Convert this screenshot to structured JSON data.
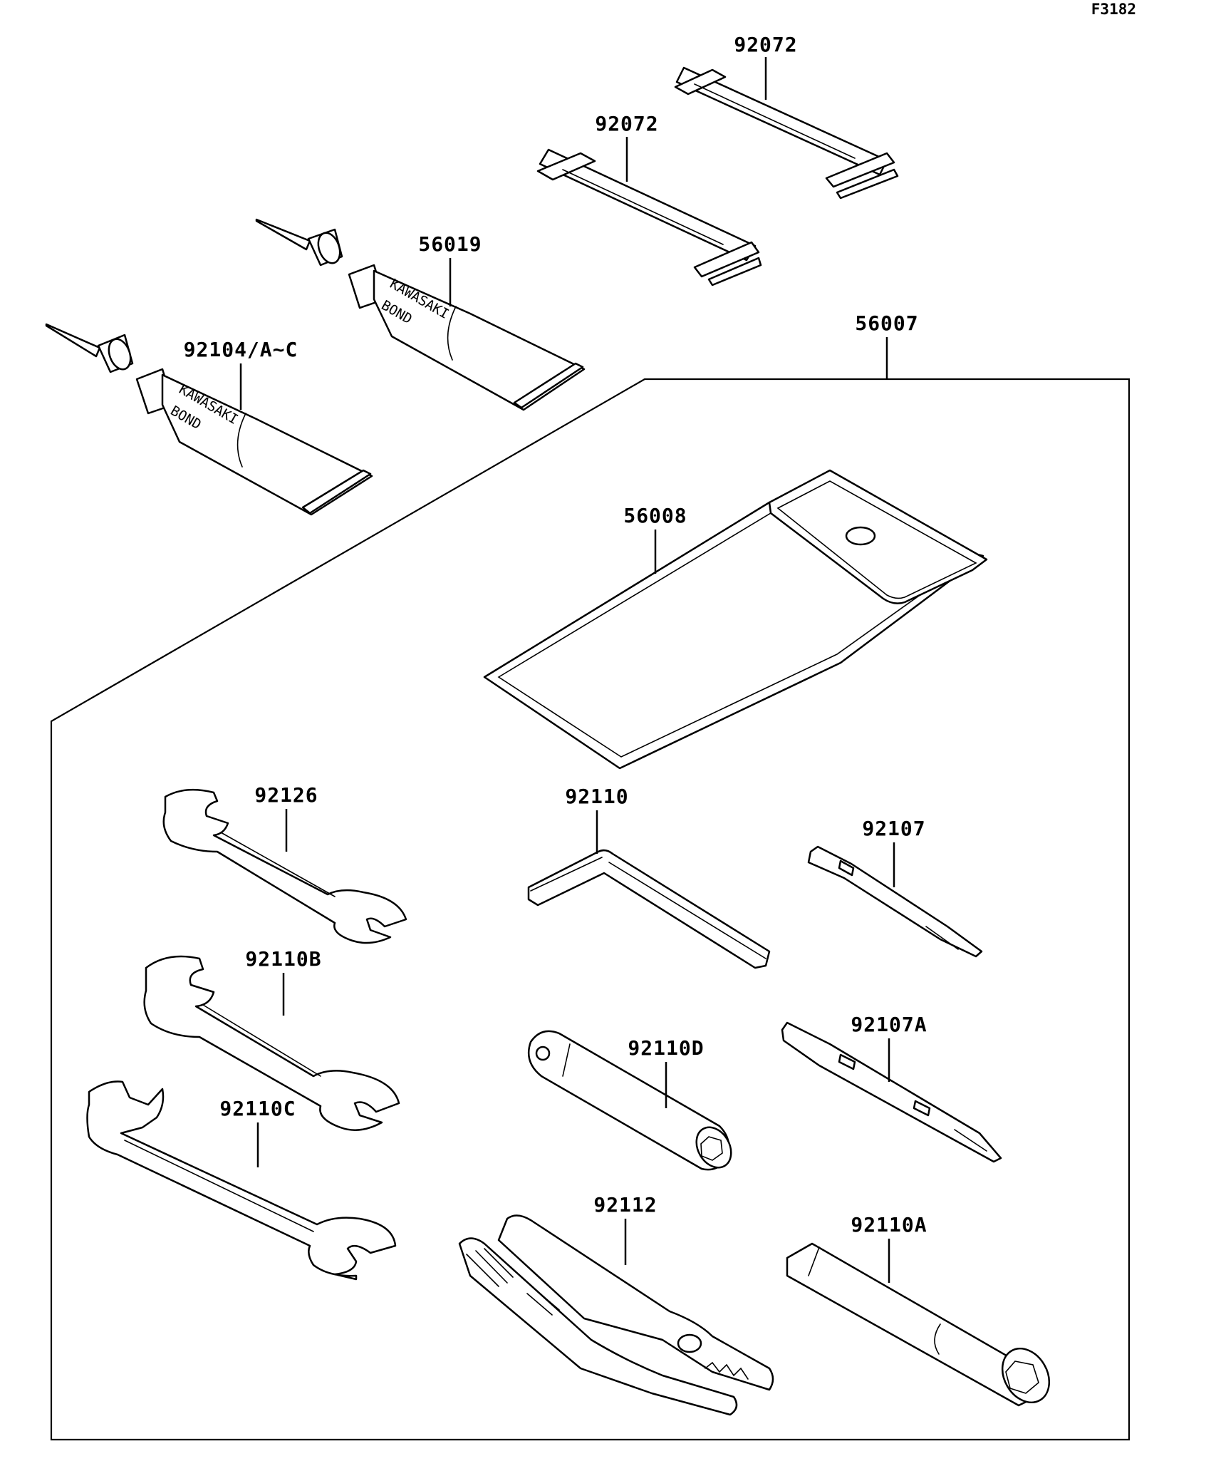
{
  "diagram": {
    "code": "F3182",
    "part_labels": {
      "strap_top": "92072",
      "strap_bottom": "92072",
      "bond_top": "56019",
      "bond_bottom": "92104/A~C",
      "tool_kit": "56007",
      "tool_bag": "56008",
      "wrench_1": "92126",
      "wrench_2": "92110B",
      "wrench_3": "92110C",
      "hex_key": "92110",
      "screwdriver_bit": "92107",
      "screwdriver_bit_a": "92107A",
      "socket_tube": "92110D",
      "spark_plug_wrench": "92110A",
      "pliers": "92112"
    },
    "tube_text": {
      "brand": "KAWASAKI",
      "product": "BOND"
    }
  }
}
